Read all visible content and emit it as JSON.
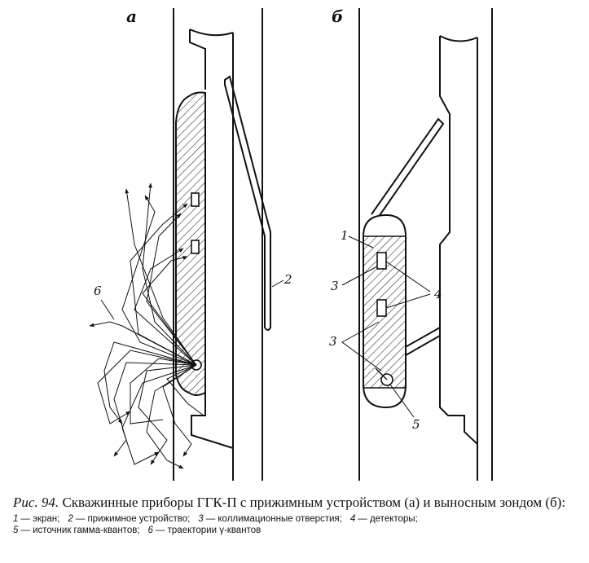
{
  "panels": {
    "a": "а",
    "b": "б"
  },
  "labels": {
    "screen_b": "1",
    "pressing_device_a": "2",
    "collimation_b_upper": "3",
    "collimation_b_lower": "3",
    "detectors_b": "4",
    "source_b": "5",
    "trajectories_a": "6"
  },
  "caption": {
    "prefix": "Рис. 94.",
    "text": "Скважинные приборы ГГК-П с прижимным устройством (а) и выносным зондом (б):",
    "legend": [
      {
        "num": "1",
        "text": "— экран;"
      },
      {
        "num": "2",
        "text": "— прижимное устройство;"
      },
      {
        "num": "3",
        "text": "— коллимационные отверстия;"
      },
      {
        "num": "4",
        "text": "— детекторы;"
      },
      {
        "num": "5",
        "text": "— источник гамма-квантов;"
      },
      {
        "num": "6",
        "text": "— траектории γ-квантов"
      }
    ]
  }
}
